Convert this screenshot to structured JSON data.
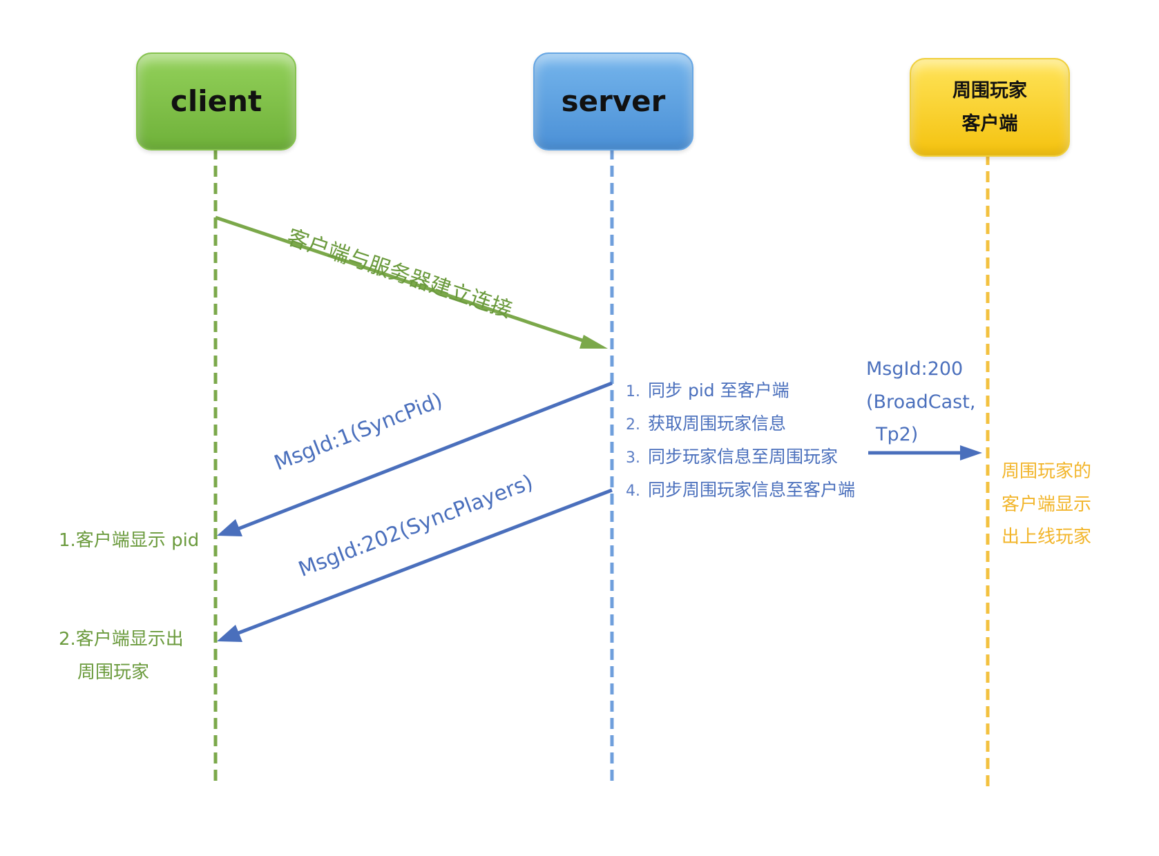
{
  "actors": {
    "client": {
      "label": "client"
    },
    "server": {
      "label": "server"
    },
    "neighbors": {
      "line1": "周围玩家",
      "line2": "客户端"
    }
  },
  "messages": {
    "connect": "客户端与服务器建立连接",
    "sync_pid": "MsgId:1(SyncPid)",
    "sync_players": "MsgId:202(SyncPlayers)",
    "broadcast": [
      "MsgId:200",
      "(BroadCast,",
      "Tp2)"
    ]
  },
  "server_steps": [
    {
      "num": "1.",
      "text": "同步 pid 至客户端"
    },
    {
      "num": "2.",
      "text": "获取周围玩家信息"
    },
    {
      "num": "3.",
      "text": "同步玩家信息至周围玩家"
    },
    {
      "num": "4.",
      "text": "同步周围玩家信息至客户端"
    }
  ],
  "client_notes": {
    "note1": "1.客户端显示 pid",
    "note2_line1": "2.客户端显示出",
    "note2_line2": "周围玩家"
  },
  "neighbor_note": [
    "周围玩家的",
    "客户端显示",
    "出上线玩家"
  ],
  "colors": {
    "client": "#7cb342",
    "client_text": "#6a9a3c",
    "server": "#4a90d9",
    "server_line": "#6f9fdc",
    "message": "#4a6fbc",
    "neighbor": "#f5c518",
    "neighbor_text": "#f2b52a"
  }
}
